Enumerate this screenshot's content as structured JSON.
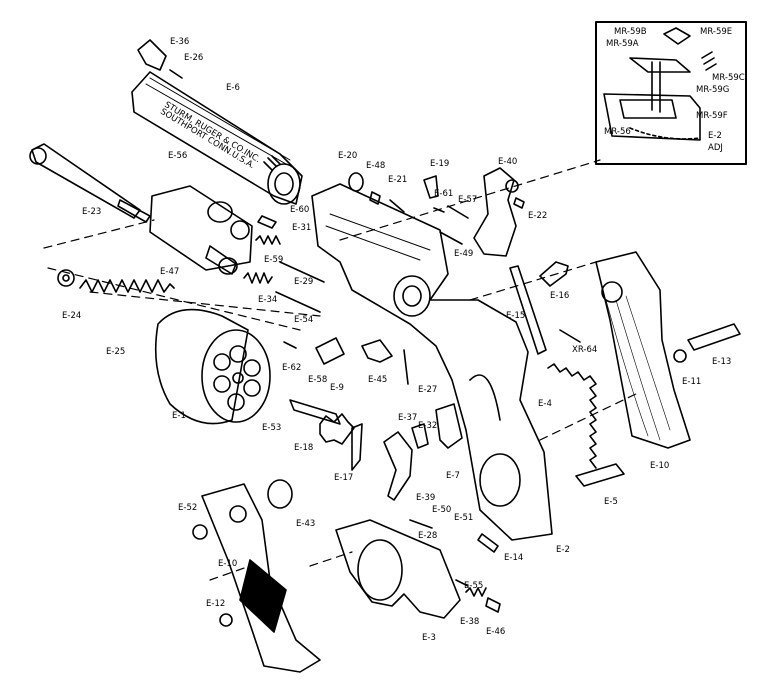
{
  "labels": {
    "e36": "E-36",
    "e26": "E-26",
    "e6": "E-6",
    "e56": "E-56",
    "e60": "E-60",
    "e31": "E-31",
    "e23": "E-23",
    "e47": "E-47",
    "e59": "E-59",
    "e29": "E-29",
    "e34": "E-34",
    "e54": "E-54",
    "e24": "E-24",
    "e25": "E-25",
    "e1": "E-1",
    "e62": "E-62",
    "e58": "E-58",
    "e9": "E-9",
    "e45": "E-45",
    "e27": "E-27",
    "e53": "E-53",
    "e18": "E-18",
    "e17": "E-17",
    "e37": "E-37",
    "e32": "E-32",
    "e7": "E-7",
    "e39": "E-39",
    "e50": "E-50",
    "e51": "E-51",
    "e28": "E-28",
    "e14": "E-14",
    "e2": "E-2",
    "e52": "E-52",
    "e43": "E-43",
    "e10a": "E-10",
    "e12": "E-12",
    "e3": "E-3",
    "e55": "E-55",
    "e38": "E-38",
    "e46": "E-46",
    "e20": "E-20",
    "e48": "E-48",
    "e21": "E-21",
    "e19": "E-19",
    "e61": "E-61",
    "e57": "E-57",
    "e49": "E-49",
    "e40": "E-40",
    "e22": "E-22",
    "e15": "E-15",
    "e16": "E-16",
    "xr64": "XR-64",
    "e4": "E-4",
    "e5": "E-5",
    "e10b": "E-10",
    "e11": "E-11",
    "e13": "E-13",
    "mr59b": "MR-59B",
    "mr59a": "MR-59A",
    "mr59e": "MR-59E",
    "mr59c": "MR-59C",
    "mr59g": "MR-59G",
    "mr59f": "MR-59F",
    "mr56": "MR-56",
    "e2adj": "E-2",
    "adj": "ADJ"
  },
  "barrel_markings": [
    "STURM, RUGER & CO.INC.",
    "SOUTHPORT CONN.U.S.A."
  ]
}
